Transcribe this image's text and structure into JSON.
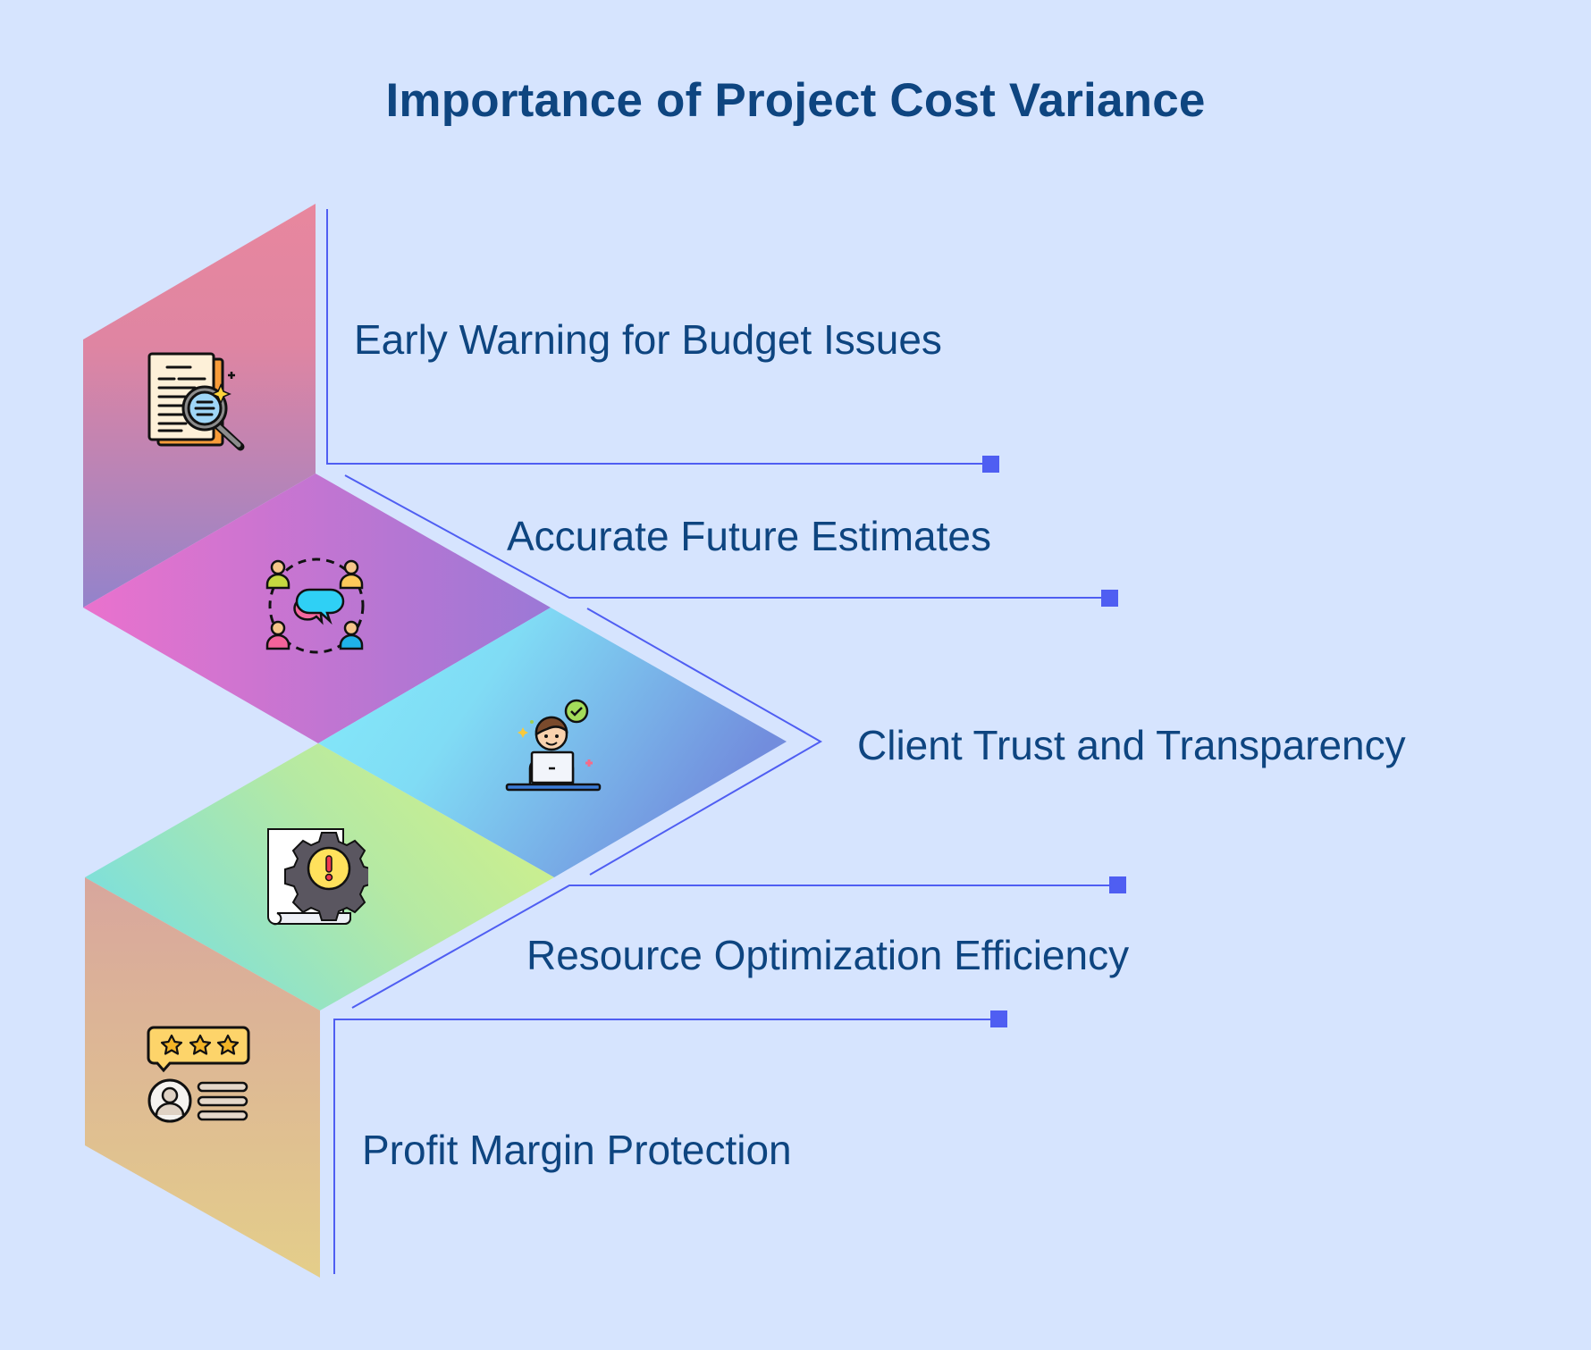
{
  "title": "Importance of Project Cost Variance",
  "colors": {
    "background": "#d6e4fe",
    "text": "#0e4580",
    "connector": "#4f5ef2"
  },
  "items": [
    {
      "label": "Early Warning for Budget Issues",
      "icon": "document-search-icon"
    },
    {
      "label": "Accurate Future Estimates",
      "icon": "team-discussion-icon"
    },
    {
      "label": "Client Trust and Transparency",
      "icon": "happy-client-laptop-icon"
    },
    {
      "label": "Resource Optimization Efficiency",
      "icon": "gear-warning-document-icon"
    },
    {
      "label": "Profit Margin Protection",
      "icon": "rating-review-icon"
    }
  ]
}
